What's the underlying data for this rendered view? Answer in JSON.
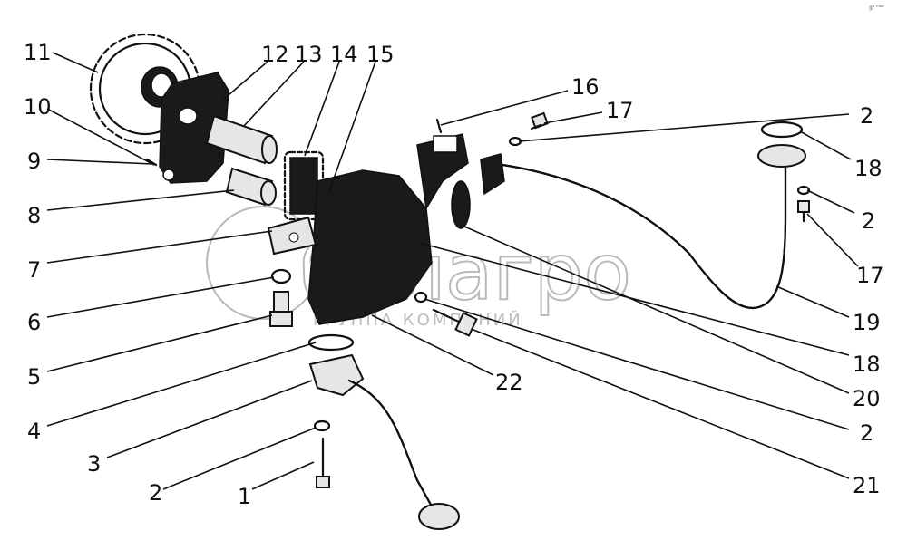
{
  "watermark": {
    "brand": "белагро",
    "subtitle": "ГРУППА КОМПАНИЙ"
  },
  "corner_mark": "gᵃ ᵐᵒᵒ",
  "labels": [
    {
      "id": "l1",
      "text": "1"
    },
    {
      "id": "l2a",
      "text": "2"
    },
    {
      "id": "l3",
      "text": "3"
    },
    {
      "id": "l4",
      "text": "4"
    },
    {
      "id": "l5",
      "text": "5"
    },
    {
      "id": "l6",
      "text": "6"
    },
    {
      "id": "l7",
      "text": "7"
    },
    {
      "id": "l8",
      "text": "8"
    },
    {
      "id": "l9",
      "text": "9"
    },
    {
      "id": "l10",
      "text": "10"
    },
    {
      "id": "l11",
      "text": "11"
    },
    {
      "id": "l12",
      "text": "12"
    },
    {
      "id": "l13",
      "text": "13"
    },
    {
      "id": "l14",
      "text": "14"
    },
    {
      "id": "l15",
      "text": "15"
    },
    {
      "id": "l16",
      "text": "16"
    },
    {
      "id": "l17a",
      "text": "17"
    },
    {
      "id": "l2b",
      "text": "2"
    },
    {
      "id": "l18a",
      "text": "18"
    },
    {
      "id": "l2c",
      "text": "2"
    },
    {
      "id": "l17b",
      "text": "17"
    },
    {
      "id": "l19",
      "text": "19"
    },
    {
      "id": "l18b",
      "text": "18"
    },
    {
      "id": "l20",
      "text": "20"
    },
    {
      "id": "l2d",
      "text": "2"
    },
    {
      "id": "l21",
      "text": "21"
    },
    {
      "id": "l22",
      "text": "22"
    }
  ]
}
